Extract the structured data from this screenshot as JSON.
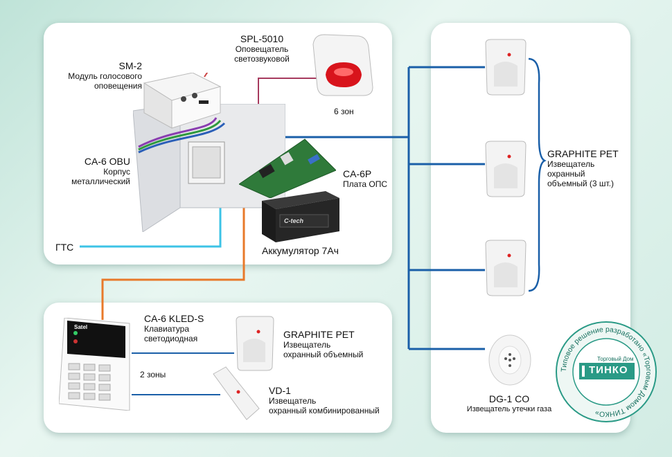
{
  "sm2": {
    "title": "SM-2",
    "line1": "Модуль голосового",
    "line2": "оповещения"
  },
  "spl": {
    "title": "SPL-5010",
    "line1": "Оповещатель",
    "line2": "светозвуковой",
    "zones": "6 зон"
  },
  "obu": {
    "title": "CA-6 OBU",
    "line1": "Корпус",
    "line2": "металлический"
  },
  "p": {
    "title": "CA-6P",
    "line1": "Плата ОПС"
  },
  "gts": {
    "label": "ГТС"
  },
  "battery": {
    "label": "Аккумулятор 7Ач",
    "brand": "C-tech"
  },
  "graphite_group": {
    "title": "GRAPHITE PET",
    "line1": "Извещатель",
    "line2": "охранный",
    "line3": "объемный (3 шт.)"
  },
  "kled": {
    "title": "CA-6 KLED-S",
    "line1": "Клавиатура",
    "line2": "светодиодная",
    "brand": "Satel"
  },
  "zones2": {
    "label": "2 зоны"
  },
  "graphite_single": {
    "title": "GRAPHITE PET",
    "line1": "Извещатель",
    "line2": "охранный объемный"
  },
  "vd1": {
    "title": "VD-1",
    "line1": "Извещатель",
    "line2": "охранный комбинированный"
  },
  "dg1": {
    "title": "DG-1 CO",
    "line1": "Извещатель утечки газа"
  },
  "stamp": {
    "ring_text": "Типовое решение разработано «Торговым Домом ТИНКО»",
    "small": "Торговый Дом",
    "big": "ТИНКО"
  },
  "colors": {
    "blue": "#1a5fa8",
    "cyan": "#3cc3e6",
    "orange": "#e8792a",
    "maroon": "#a63a5e",
    "teal": "#2a9a86"
  }
}
